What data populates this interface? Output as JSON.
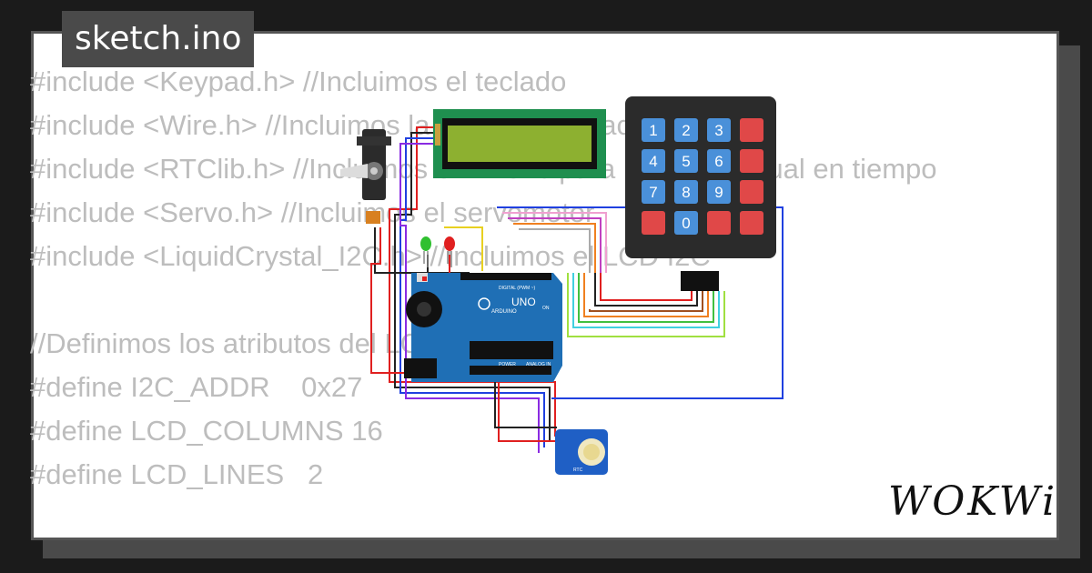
{
  "file_tab": {
    "filename": "sketch.ino"
  },
  "code_lines": [
    "#include <Keypad.h> //Incluimos el teclado",
    "#include <Wire.h> //Incluimos la hora y fecha actual",
    "#include <RTClib.h> //Incluimos el RTClib para la fecha actual en tiempo",
    "#include <Servo.h> //Incluimos el servomotor",
    "#include <LiquidCrystal_I2C.h> //Incluimos el LCD I2C",
    "",
    "//Definimos los atributos del LCD",
    "#define I2C_ADDR    0x27",
    "#define LCD_COLUMNS 16",
    "#define LCD_LINES   2"
  ],
  "keypad": {
    "keys": [
      "1",
      "2",
      "3",
      "",
      "4",
      "5",
      "6",
      "",
      "7",
      "8",
      "9",
      "",
      "",
      "0",
      "",
      ""
    ]
  },
  "arduino": {
    "model": "UNO",
    "brand": "ARDUINO",
    "digital_label": "DIGITAL (PWM ~)",
    "power_label": "POWER",
    "analog_label": "ANALOG IN",
    "on_label": "ON"
  },
  "rtc": {
    "label": "RTC"
  },
  "brand": {
    "logo": "WOKWi"
  },
  "colors": {
    "key_blue": "#4a90d9",
    "key_red": "#e04848",
    "board_blue": "#1f6fb5",
    "lcd_green": "#8db030"
  }
}
